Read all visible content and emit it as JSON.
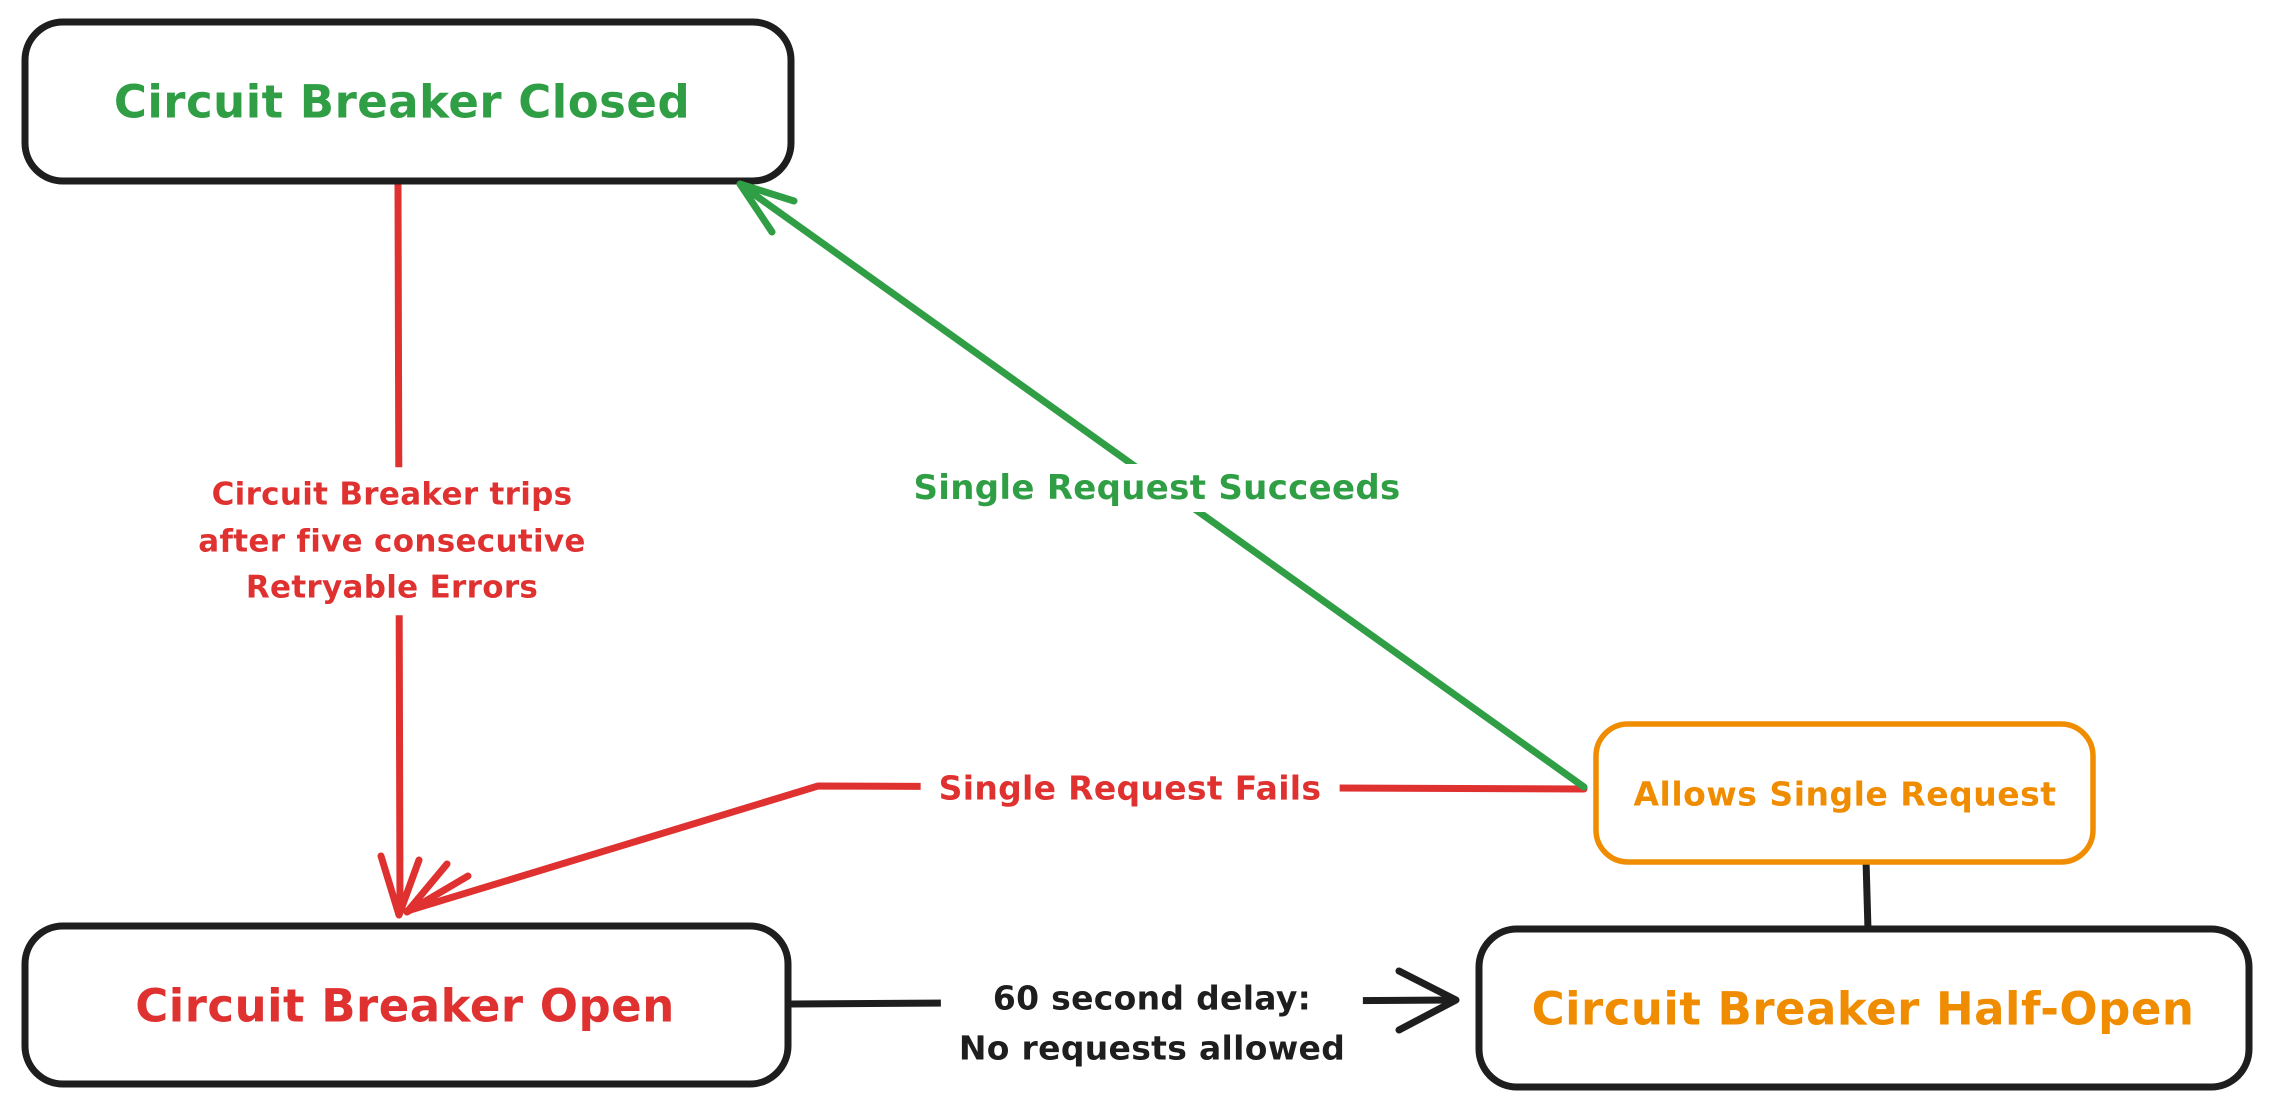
{
  "colors": {
    "green": "#2f9e44",
    "red": "#e03131",
    "orange": "#f08c00",
    "ink": "#1e1e1e",
    "background": "#ffffff"
  },
  "nodes": {
    "closed": {
      "label": "Circuit Breaker Closed",
      "text_color": "green",
      "border_color": "ink"
    },
    "open": {
      "label": "Circuit Breaker Open",
      "text_color": "red",
      "border_color": "ink"
    },
    "half_open": {
      "label": "Circuit Breaker Half-Open",
      "text_color": "orange",
      "border_color": "ink"
    },
    "allows": {
      "label": "Allows Single Request",
      "text_color": "orange",
      "border_color": "orange"
    }
  },
  "edges": {
    "trips": {
      "from": "closed",
      "to": "open",
      "color": "red",
      "label_lines": [
        "Circuit Breaker trips",
        "after five consecutive",
        "Retryable Errors"
      ]
    },
    "succeeds": {
      "from": "allows",
      "to": "closed",
      "color": "green",
      "label": "Single Request Succeeds"
    },
    "fails": {
      "from": "allows",
      "to": "open",
      "color": "red",
      "label": "Single Request Fails"
    },
    "delay": {
      "from": "open",
      "to": "half_open",
      "color": "ink",
      "label_lines": [
        "60 second delay:",
        "No requests allowed"
      ]
    },
    "allows_link": {
      "from": "allows",
      "to": "half_open",
      "color": "ink",
      "label": ""
    }
  }
}
